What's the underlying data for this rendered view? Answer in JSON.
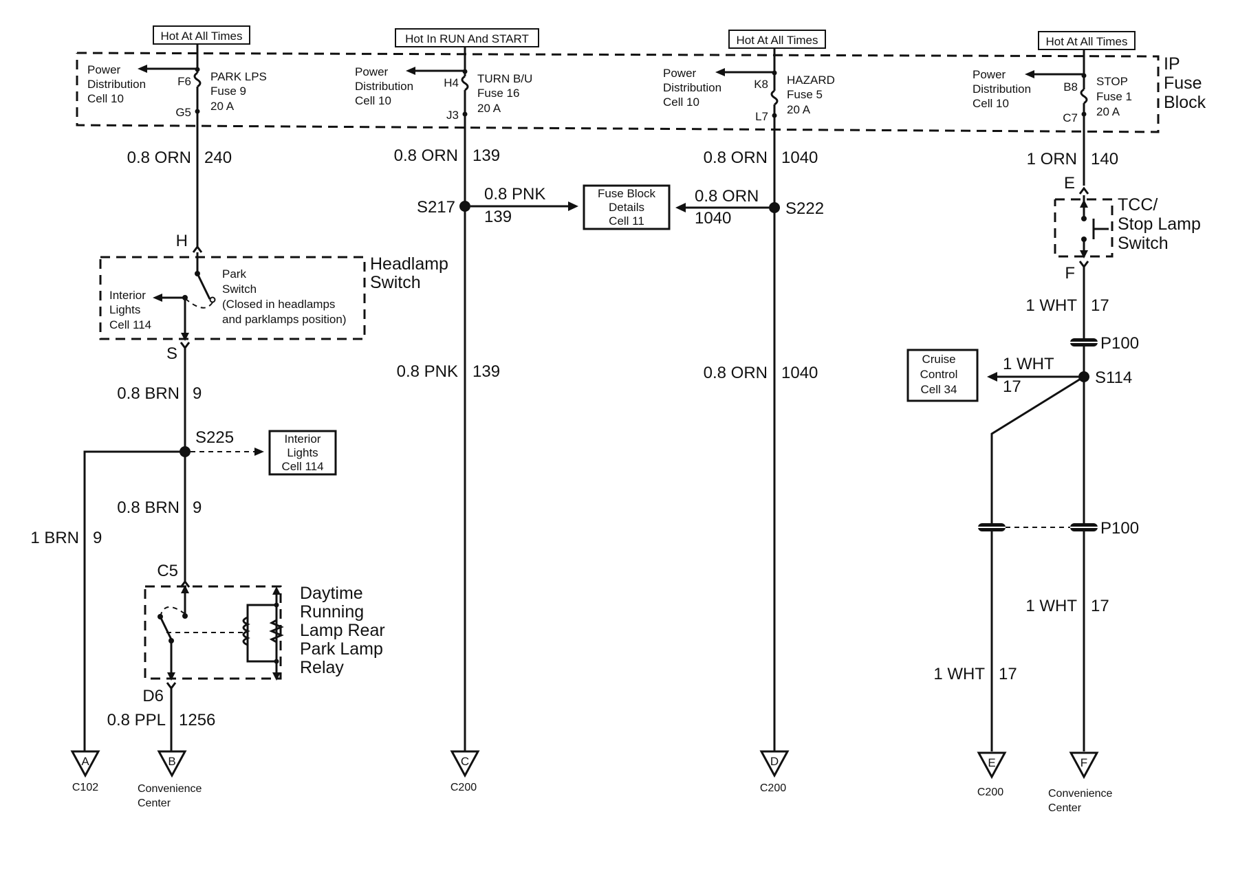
{
  "power_labels": [
    "Hot At All Times",
    "Hot In RUN And START",
    "Hot At All Times",
    "Hot At All Times"
  ],
  "fuse_block_label": [
    "IP",
    "Fuse",
    "Block"
  ],
  "pdc": [
    "Power",
    "Distribution",
    "Cell 10"
  ],
  "fuses": [
    {
      "in": "F6",
      "out": "G5",
      "name": "PARK LPS",
      "fuse": "Fuse 9",
      "amps": "20 A"
    },
    {
      "in": "H4",
      "out": "J3",
      "name": "TURN B/U",
      "fuse": "Fuse 16",
      "amps": "20 A"
    },
    {
      "in": "K8",
      "out": "L7",
      "name": "HAZARD",
      "fuse": "Fuse 5",
      "amps": "20 A"
    },
    {
      "in": "B8",
      "out": "C7",
      "name": "STOP",
      "fuse": "Fuse 1",
      "amps": "20 A"
    }
  ],
  "wires": {
    "w1_top": {
      "size": "0.8 ORN",
      "circuit": "240"
    },
    "w2_top": {
      "size": "0.8 ORN",
      "circuit": "139"
    },
    "w3_top": {
      "size": "0.8 ORN",
      "circuit": "1040"
    },
    "w4_top": {
      "size": "1 ORN",
      "circuit": "140"
    },
    "s217_branch": {
      "size": "0.8 PNK",
      "circuit": "139"
    },
    "s222_branch": {
      "size": "0.8 ORN",
      "circuit": "1040"
    },
    "w2_low": {
      "size": "0.8 PNK",
      "circuit": "139"
    },
    "w3_low": {
      "size": "0.8 ORN",
      "circuit": "1040"
    },
    "w1_s": {
      "size": "0.8 BRN",
      "circuit": "9"
    },
    "w1_c5": {
      "size": "0.8 BRN",
      "circuit": "9"
    },
    "w1_left": {
      "size": "1 BRN",
      "circuit": "9"
    },
    "w1_d6": {
      "size": "0.8 PPL",
      "circuit": "1256"
    },
    "w4_f": {
      "size": "1 WHT",
      "circuit": "17"
    },
    "s114_branch": {
      "size": "1 WHT",
      "circuit": "17"
    },
    "w4_low": {
      "size": "1 WHT",
      "circuit": "17"
    },
    "w4_left": {
      "size": "1 WHT",
      "circuit": "17"
    }
  },
  "splices": [
    "S217",
    "S222",
    "S225",
    "S114"
  ],
  "pins": {
    "H": "H",
    "S": "S",
    "C5": "C5",
    "D6": "D6",
    "E": "E",
    "F": "F"
  },
  "passthrough": [
    "P100",
    "P100"
  ],
  "ref_boxes": {
    "fuse_details": [
      "Fuse Block",
      "Details",
      "Cell 11"
    ],
    "interior_s225": [
      "Interior",
      "Lights",
      "Cell 114"
    ],
    "cruise": [
      "Cruise",
      "Control",
      "Cell 34"
    ]
  },
  "headlamp_switch": {
    "title": [
      "Headlamp",
      "Switch"
    ],
    "park": [
      "Park",
      "Switch",
      "(Closed in headlamps",
      "and parklamps position)"
    ],
    "interior": [
      "Interior",
      "Lights",
      "Cell 114"
    ]
  },
  "relay_title": [
    "Daytime",
    "Running",
    "Lamp Rear",
    "Park Lamp",
    "Relay"
  ],
  "stop_switch_title": [
    "TCC/",
    "Stop Lamp",
    "Switch"
  ],
  "connectors": [
    {
      "letter": "A",
      "label": [
        "C102"
      ]
    },
    {
      "letter": "B",
      "label": [
        "Convenience",
        "Center"
      ]
    },
    {
      "letter": "C",
      "label": [
        "C200"
      ]
    },
    {
      "letter": "D",
      "label": [
        "C200"
      ]
    },
    {
      "letter": "E",
      "label": [
        "C200"
      ]
    },
    {
      "letter": "F",
      "label": [
        "Convenience",
        "Center"
      ]
    }
  ]
}
